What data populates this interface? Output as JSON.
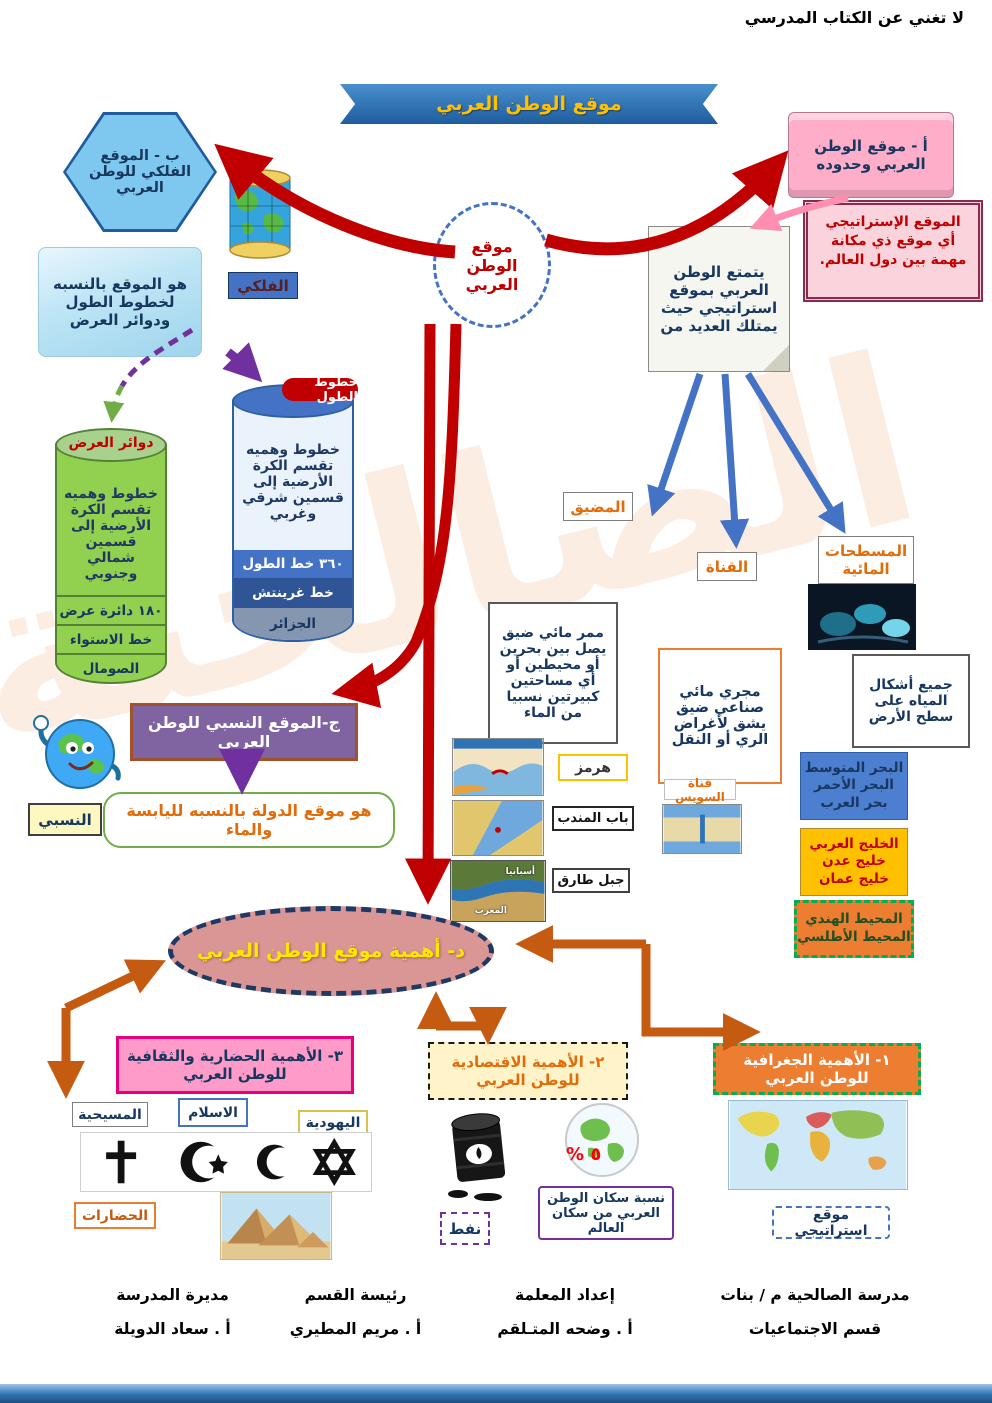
{
  "page": {
    "disclaimer": "لا تغني عن الكتاب المدرسي",
    "watermark": "الصالحية",
    "title": "موقع الوطن العربي"
  },
  "center_node": {
    "label": "موقع الوطن العربي"
  },
  "astronomical": {
    "heading": "ب - الموقع الفلكي للوطن العربي",
    "tag": "الفلكي",
    "definition": "هو الموقع بالنسبه لخطوط الطول ودوائر العرض",
    "longitude": {
      "title": "خطوط الطول",
      "definition": "خطوط وهميه تقسم الكرة الأرضية إلى قسمين شرقي وغربي",
      "facts": [
        "٣٦٠ خط الطول",
        "خط غرينتش",
        "الجزائر"
      ]
    },
    "latitude": {
      "title": "دوائر العرض",
      "definition": "خطوط وهميه تقسم الكرة الأرضية إلى قسمين شمالي وجنوبي",
      "facts": [
        "١٨٠ دائرة عرض",
        "خط الاستواء",
        "الصومال"
      ]
    }
  },
  "location_borders": {
    "heading": "أ - موقع الوطن العربي وحدوده",
    "strategic_title": "الموقع الإستراتيجي",
    "strategic_text": "أي موقع ذي مكانة مهمة بين دول العالم.",
    "note": "يتمتع الوطن العربي بموقع استراتيجي حيث يمتلك العديد من",
    "strait": {
      "label": "المضيق",
      "definition": "ممر مائي ضيق يصل بين بحرين أو محيطين أو أي مساحتين كبيرتين نسبيا من الماء",
      "examples": [
        "هرمز",
        "باب المندب",
        "جبل طارق"
      ],
      "gibraltar_captions": [
        "أسبانيا",
        "المغرب"
      ]
    },
    "canal": {
      "label": "القناة",
      "definition": "مجري مائي صناعي ضيق يشق لأغراض الري أو النقل",
      "example": "قناة السويس"
    },
    "water_bodies": {
      "label": "المسطحات المائية",
      "definition": "جميع أشكال المياه على سطح الأرض",
      "seas": [
        "البحر المتوسط",
        "البحر الأحمر",
        "بحر العرب"
      ],
      "gulfs": [
        "الخليج العربي",
        "خليج عدن",
        "خليج عمان"
      ],
      "oceans": [
        "المحيط الهندي",
        "المحيط الأطلسي"
      ]
    }
  },
  "relative": {
    "heading": "ج-الموقع النسبي للوطن العربي",
    "tag": "النسبي",
    "definition": "هو موقع الدولة بالنسبه لليابسة والماء"
  },
  "importance": {
    "heading": "د- أهمية موقع الوطن العربي",
    "cultural": {
      "heading": "٣- الأهمية الحضارية والثقافية للوطن العربي",
      "religions": [
        "المسيحية",
        "الاسلام",
        "اليهودية"
      ],
      "civilizations_label": "الحضارات"
    },
    "economic": {
      "heading": "٢- الأهمية الاقتصادية للوطن العربي",
      "oil_label": "نفط",
      "percent_text": "٥ %",
      "population_label": "نسبة سكان الوطن العربي من سكان العالم"
    },
    "geographic": {
      "heading": "١- الأهمية الجغرافية للوطن العربي",
      "strategic_label": "موقع استراتيجي"
    }
  },
  "footer": {
    "columns": [
      {
        "title": "مدرسة الصالحية م / بنات",
        "subtitle": "قسم الاجتماعيات"
      },
      {
        "title": "إعداد المعلمة",
        "subtitle": "أ . وضحه المتـلقم"
      },
      {
        "title": "رئيسة القسم",
        "subtitle": "أ . مريم المطيري"
      },
      {
        "title": "مديرة المدرسة",
        "subtitle": "أ . سعاد الدويلة"
      }
    ]
  },
  "colors": {
    "red": "#C00000",
    "blue": "#4472C4",
    "purple": "#7030A0",
    "brown": "#C55A11",
    "green": "#70AD47",
    "pink": "#FF8FB1",
    "orange": "#ED7D31"
  }
}
